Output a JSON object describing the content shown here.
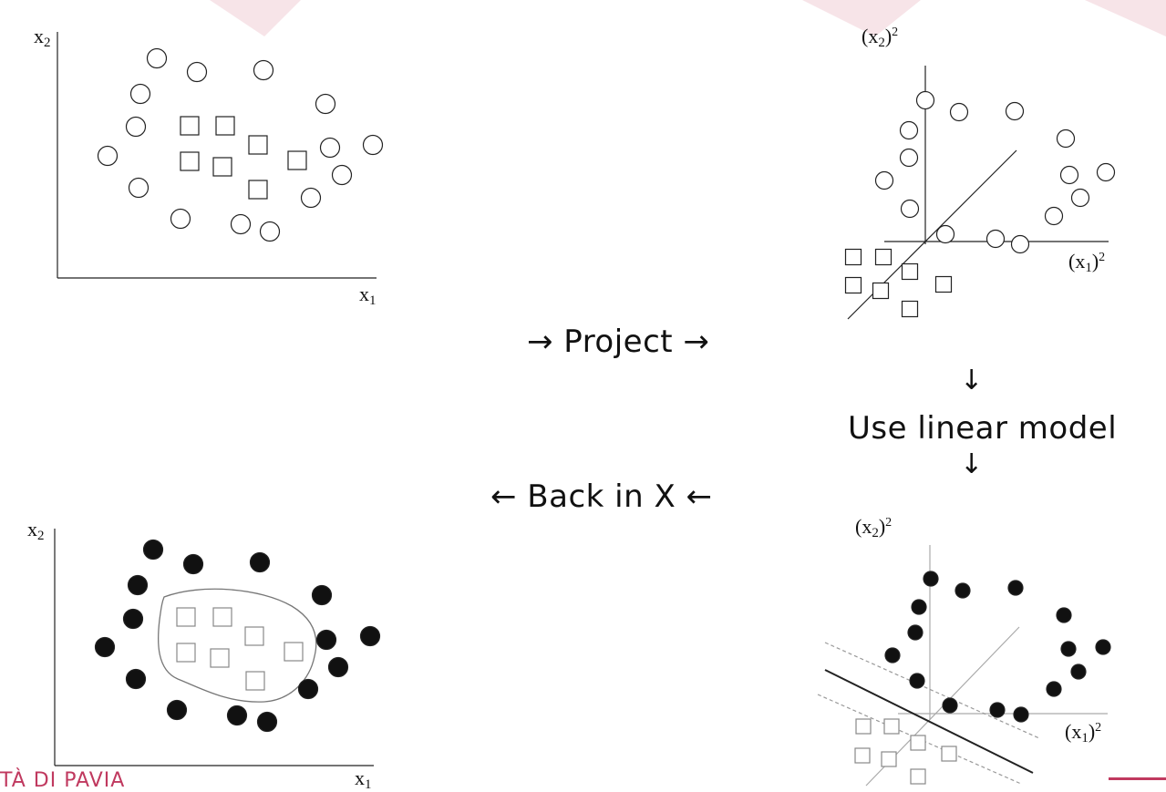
{
  "flow_labels": {
    "project": "→   Project →",
    "down_arrow_top": "↓",
    "use_linear_model": "Use linear model",
    "down_arrow_bottom": "↓",
    "back_in_x": "← Back in X  ←"
  },
  "axis_labels": {
    "x1": "x",
    "x1_sub": "1",
    "x2": "x",
    "x2_sub": "2",
    "fx1_open": "(x",
    "fx1_sub": "1",
    "fx1_close": ")",
    "fx1_sup": "2",
    "fx2_open": "(x",
    "fx2_sub": "2",
    "fx2_close": ")",
    "fx2_sup": "2"
  },
  "footer": {
    "university": "TÀ DI PAVIA"
  },
  "colors": {
    "accent": "#c0395f",
    "watermark": "#f6dfe3",
    "ink": "#111111"
  },
  "icons": {
    "circle_class": "open-circle-icon",
    "square_class": "open-square-icon",
    "filled_circle_class": "filled-circle-icon"
  }
}
